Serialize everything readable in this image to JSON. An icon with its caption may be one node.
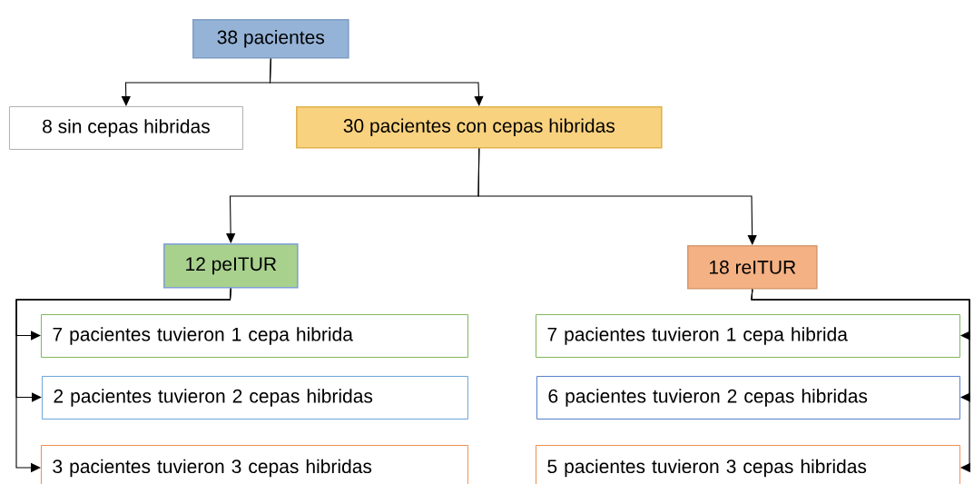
{
  "diagram": {
    "nodes": [
      {
        "text": [
          "38 pacientes"
        ]
      },
      {
        "text": [
          "8 sin cepas hibridas"
        ]
      },
      {
        "text": [
          "30 pacientes con cepas hibridas"
        ]
      },
      {
        "text": [
          "12 peITUR"
        ]
      },
      {
        "text": [
          "18 reITUR"
        ]
      },
      {
        "text": [
          "7 pacientes tuvieron 1 cepa hibrida"
        ]
      },
      {
        "text": [
          "2 pacientes tuvieron 2 cepas hibridas"
        ]
      },
      {
        "text": [
          "3 pacientes tuvieron 3 cepas hibridas"
        ]
      },
      {
        "text": [
          "7 pacientes tuvieron 1 cepa hibrida"
        ]
      },
      {
        "text": [
          "6 pacientes tuvieron 2 cepas hibridas"
        ]
      },
      {
        "text": [
          "5 pacientes tuvieron 3 cepas hibridas"
        ]
      }
    ],
    "edges": [
      {
        "from": 0,
        "to": 1,
        "arrow": "to"
      },
      {
        "from": 0,
        "to": 2,
        "arrow": "to"
      },
      {
        "from": 2,
        "to": 3,
        "arrow": "to"
      },
      {
        "from": 2,
        "to": 4,
        "arrow": "to"
      },
      {
        "from": 3,
        "to": 5,
        "arrow": "to"
      },
      {
        "from": 3,
        "to": 6,
        "arrow": "to"
      },
      {
        "from": 3,
        "to": 7,
        "arrow": "to"
      },
      {
        "from": 4,
        "to": 8,
        "arrow": "to"
      },
      {
        "from": 4,
        "to": 9,
        "arrow": "to"
      },
      {
        "from": 4,
        "to": 10,
        "arrow": "to"
      }
    ]
  }
}
